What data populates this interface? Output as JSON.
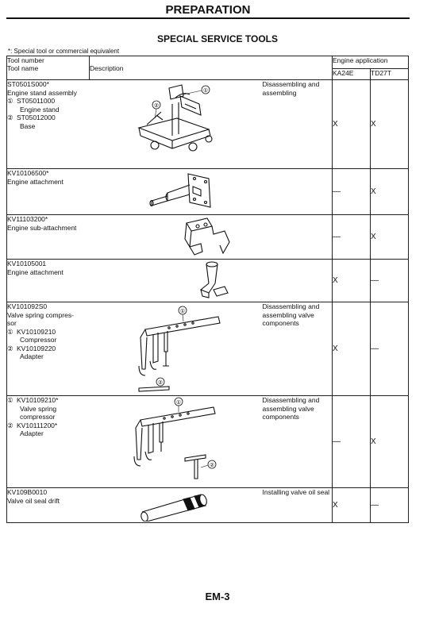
{
  "header": {
    "title": "PREPARATION"
  },
  "section": {
    "title": "SPECIAL SERVICE TOOLS"
  },
  "legend": {
    "note": "*: Special tool or commercial equivalent"
  },
  "table": {
    "col_tool_number": "Tool number",
    "col_tool_name": "Tool name",
    "col_description": "Description",
    "col_engine_application": "Engine application",
    "engines": [
      "KA24E",
      "TD27T"
    ],
    "rows": [
      {
        "lines": [
          "ST0501S000*",
          "Engine stand assembly"
        ],
        "parts": [
          {
            "num": "①",
            "code": "ST05011000",
            "name": "Engine stand"
          },
          {
            "num": "②",
            "code": "ST05012000",
            "name": "Base"
          }
        ],
        "description": "Disassembling and assembling",
        "callouts": [
          "①",
          "②"
        ],
        "ka24e": "X",
        "td27t": "X"
      },
      {
        "lines": [
          "KV10106500*",
          "Engine attachment"
        ],
        "parts": [],
        "description": "",
        "callouts": [],
        "ka24e": "—",
        "td27t": "X"
      },
      {
        "lines": [
          "KV11103200*",
          "Engine sub-attachment"
        ],
        "parts": [],
        "description": "",
        "callouts": [],
        "ka24e": "—",
        "td27t": "X"
      },
      {
        "lines": [
          "KV10105001",
          "Engine attachment"
        ],
        "parts": [],
        "description": "",
        "callouts": [],
        "ka24e": "X",
        "td27t": "—"
      },
      {
        "lines": [
          "KV101092S0",
          "Valve spring compres-",
          "sor"
        ],
        "parts": [
          {
            "num": "①",
            "code": "KV10109210",
            "name": "Compressor"
          },
          {
            "num": "②",
            "code": "KV10109220",
            "name": "Adapter"
          }
        ],
        "description": "Disassembling and assembling valve components",
        "callouts": [
          "①",
          "②"
        ],
        "ka24e": "X",
        "td27t": "—"
      },
      {
        "lines": [],
        "parts": [
          {
            "num": "①",
            "code": "KV10109210*",
            "name": "Valve spring compressor"
          },
          {
            "num": "②",
            "code": "KV10111200*",
            "name": "Adapter"
          }
        ],
        "description": "Disassembling and assembling valve components",
        "callouts": [
          "①",
          "②"
        ],
        "ka24e": "—",
        "td27t": "X"
      },
      {
        "lines": [
          "KV109B0010",
          "Valve oil seal drift"
        ],
        "parts": [],
        "description": "Installing valve oil seal",
        "callouts": [],
        "ka24e": "X",
        "td27t": "—"
      }
    ]
  },
  "footer": {
    "page": "EM-3"
  }
}
